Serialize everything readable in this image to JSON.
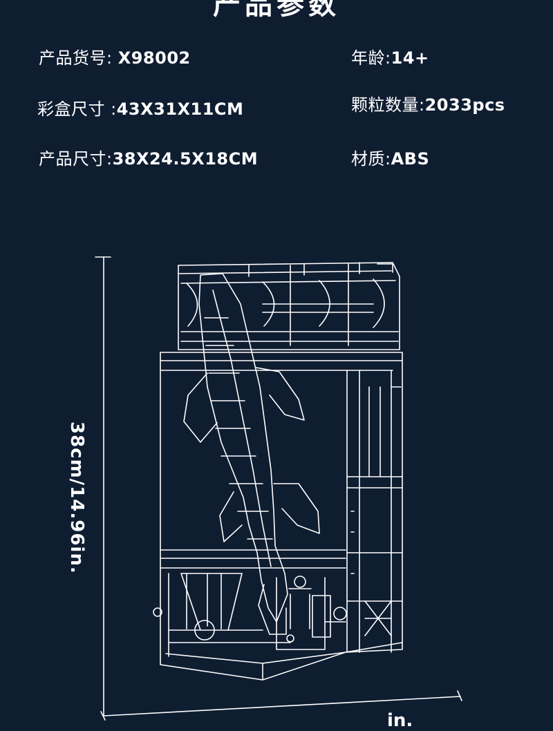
{
  "title": "产品参数",
  "specs": {
    "item_no": {
      "label": "产品货号: ",
      "value": "X98002"
    },
    "age": {
      "label": "年龄:",
      "value": "14+"
    },
    "box_size": {
      "label": "彩盒尺寸 :",
      "value": "43X31X11CM"
    },
    "pieces": {
      "label": "颗粒数量:",
      "value": "2033pcs"
    },
    "product_size": {
      "label": "产品尺寸:",
      "value": "38X24.5X18CM"
    },
    "material": {
      "label": "材质:",
      "value": "ABS"
    }
  },
  "dimensions": {
    "height": "38cm/14.96in.",
    "bottom": "in."
  },
  "colors": {
    "background": "#0f1d31",
    "line": "#ffffff"
  }
}
